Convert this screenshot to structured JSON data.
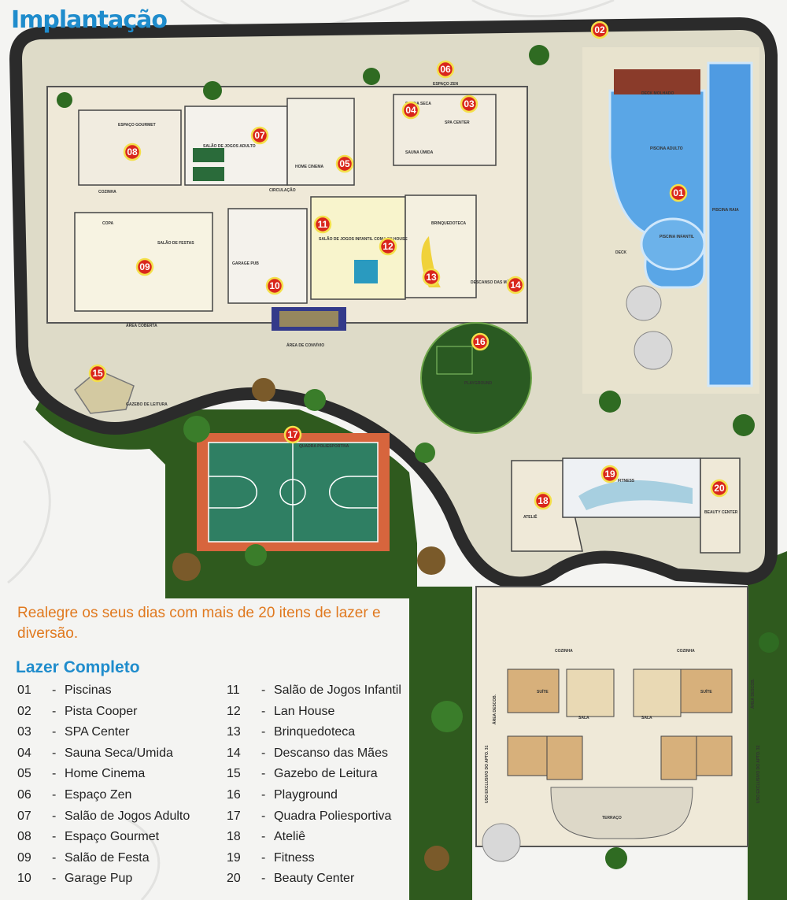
{
  "header": {
    "title": "Implantação"
  },
  "tagline": "Realegre os seus dias com mais de 20 itens de lazer e diversão.",
  "legend": {
    "heading": "Lazer Completo",
    "items": [
      {
        "num": "01",
        "label": "Piscinas"
      },
      {
        "num": "02",
        "label": "Pista Cooper"
      },
      {
        "num": "03",
        "label": "SPA Center"
      },
      {
        "num": "04",
        "label": "Sauna Seca/Umida"
      },
      {
        "num": "05",
        "label": "Home Cinema"
      },
      {
        "num": "06",
        "label": "Espaço Zen"
      },
      {
        "num": "07",
        "label": "Salão de Jogos Adulto"
      },
      {
        "num": "08",
        "label": "Espaço Gourmet"
      },
      {
        "num": "09",
        "label": "Salão de Festa"
      },
      {
        "num": "10",
        "label": "Garage Pup"
      },
      {
        "num": "11",
        "label": "Salão de Jogos Infantil"
      },
      {
        "num": "12",
        "label": "Lan House"
      },
      {
        "num": "13",
        "label": "Brinquedoteca"
      },
      {
        "num": "14",
        "label": "Descanso das Mães"
      },
      {
        "num": "15",
        "label": "Gazebo de Leitura"
      },
      {
        "num": "16",
        "label": "Playground"
      },
      {
        "num": "17",
        "label": "Quadra Poliesportiva"
      },
      {
        "num": "18",
        "label": "Ateliê"
      },
      {
        "num": "19",
        "label": "Fitness"
      },
      {
        "num": "20",
        "label": "Beauty Center"
      }
    ]
  },
  "map_labels": {
    "piscina_adulto": "PISCINA ADULTO",
    "piscina_infantil": "PISCINA INFANTIL",
    "piscina_raia": "PISCINA RAIA",
    "deck": "DECK",
    "deck_molhado": "DECK MOLHADO",
    "playground": "PLAYGROUND",
    "quadra": "QUADRA POLIESPORTIVA",
    "salao_festas": "SALÃO DE FESTAS",
    "garage_pub": "GARAGE PUB",
    "brinquedoteca": "BRINQUEDOTECA",
    "salao_jogos_infantil": "SALÃO DE JOGOS INFANTIL COM LAN HOUSE",
    "descanso_maes": "DESCANSO DAS MÃES",
    "circulacao": "CIRCULAÇÃO",
    "area_convivio": "ÁREA DE CONVÍVIO",
    "area_coberta": "ÁREA COBERTA",
    "gazebo_leitura": "GAZEBO DE LEITURA",
    "espaco_gourmet": "ESPAÇO GOURMET",
    "cozinha": "COZINHA",
    "copa": "COPA",
    "salao_jogos_adulto": "SALÃO DE JOGOS ADULTO",
    "home_cinema": "HOME CINEMA",
    "spa_center": "SPA CENTER",
    "sauna_seca": "SAUNA SECA",
    "sauna_umida": "SAUNA ÚMIDA",
    "espaco_zen": "ESPAÇO ZEN",
    "atelie": "ATELIÊ",
    "fitness": "FITNESS",
    "beauty_center": "BEAUTY CENTER",
    "sala": "SALA",
    "suite": "SUÍTE",
    "terraco": "TERRAÇO",
    "cozinha_apto": "COZINHA",
    "uso_exclusivo_31": "USO EXCLUSIVO DO APTO. 31",
    "uso_exclusivo_32": "USO EXCLUSIVO DO APTO. 32",
    "area_descob": "ÁREA DESCOB."
  },
  "badges": [
    {
      "n": "01"
    },
    {
      "n": "02"
    },
    {
      "n": "03"
    },
    {
      "n": "04"
    },
    {
      "n": "05"
    },
    {
      "n": "06"
    },
    {
      "n": "07"
    },
    {
      "n": "08"
    },
    {
      "n": "09"
    },
    {
      "n": "10"
    },
    {
      "n": "11"
    },
    {
      "n": "12"
    },
    {
      "n": "13"
    },
    {
      "n": "14"
    },
    {
      "n": "15"
    },
    {
      "n": "16"
    },
    {
      "n": "17"
    },
    {
      "n": "18"
    },
    {
      "n": "19"
    },
    {
      "n": "20"
    }
  ],
  "colors": {
    "title": "#1f8ccc",
    "tagline": "#e0791f",
    "track": "#2b2b2b",
    "pool": "#5aa6e6",
    "court_green": "#2f7f63",
    "court_orange": "#d7653d",
    "grass": "#2f5a1e",
    "badge": "#d9261c"
  }
}
